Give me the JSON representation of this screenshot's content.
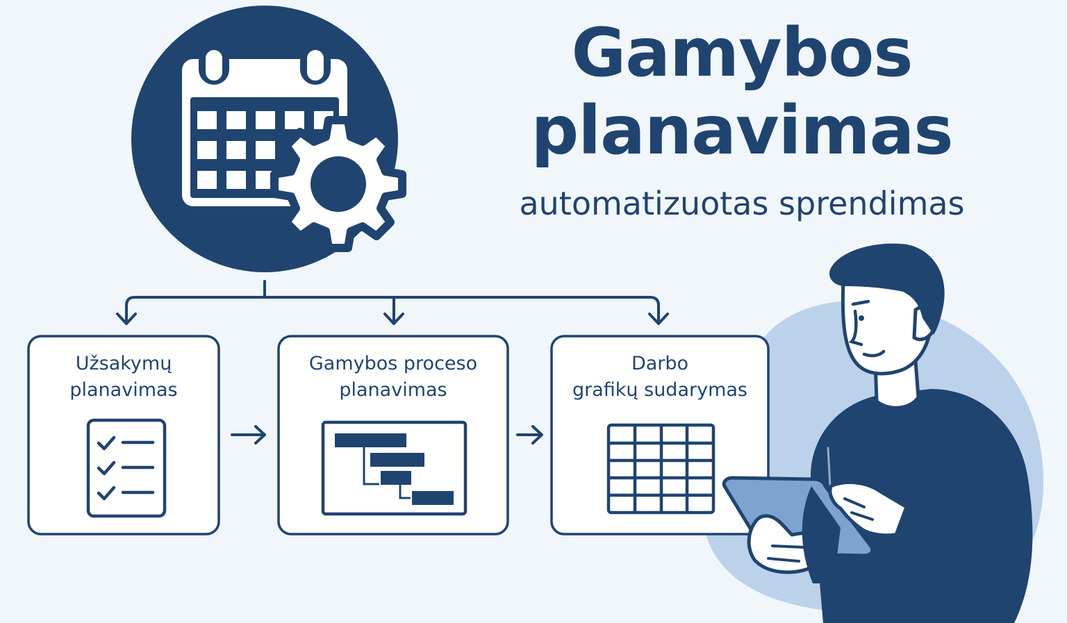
{
  "header": {
    "title_line1": "Gamybos",
    "title_line2": "planavimas",
    "subtitle": "automatizuotas sprendimas"
  },
  "steps": [
    {
      "line1": "Užsakymų",
      "line2": "planavimas",
      "icon": "checklist-icon"
    },
    {
      "line1": "Gamybos proceso",
      "line2": "planavimas",
      "icon": "gantt-chart-icon"
    },
    {
      "line1": "Darbo",
      "line2": "grafikų sudarymas",
      "icon": "schedule-table-icon"
    }
  ],
  "icons": {
    "hero": "calendar-gear-icon",
    "connector": "arrow-right-icon",
    "person": "person-with-tablet"
  },
  "colors": {
    "primary": "#1f4470",
    "background": "#f1f6fb",
    "accent_light": "#bcd1ea",
    "tablet": "#7ea3cf",
    "box_fill": "#ffffff"
  }
}
